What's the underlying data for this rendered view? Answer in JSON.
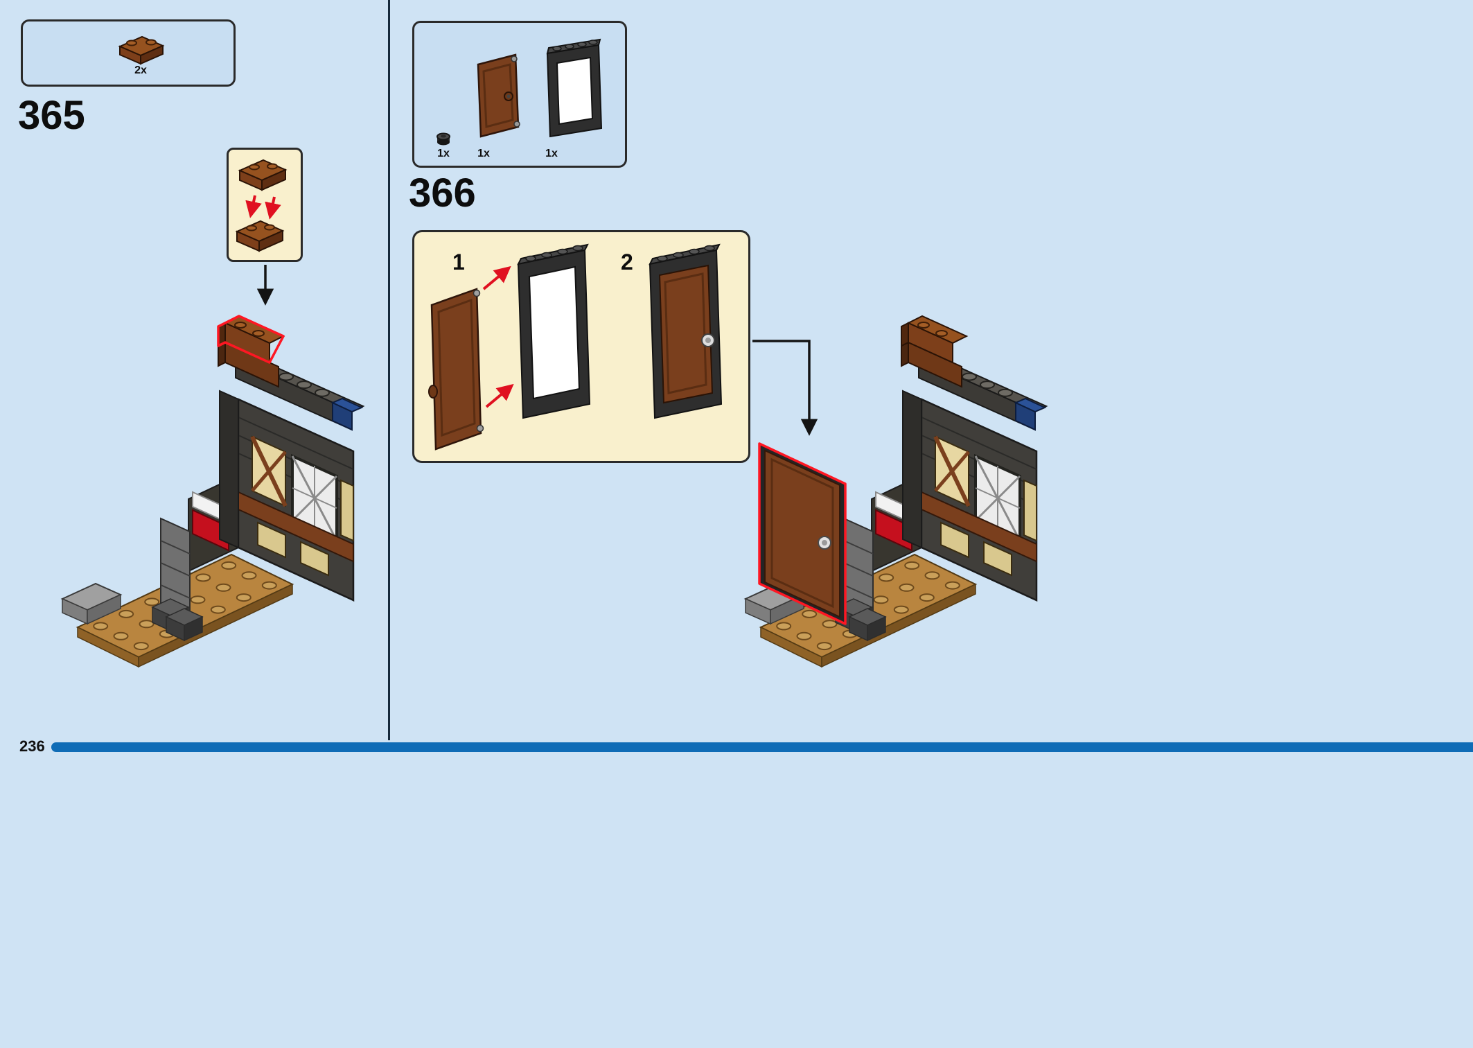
{
  "page": {
    "number": "236"
  },
  "colors": {
    "background": "#cfe3f4",
    "panel_blue": "#c8def2",
    "panel_cream": "#f9f0cd",
    "divider": "#15293b",
    "progress_bar": "#0f6cb6",
    "highlight_red": "#fe1723",
    "brick_brown": "#7a3f1d",
    "blue_piece": "#20407a"
  },
  "step365": {
    "number": "365",
    "parts": [
      {
        "icon": "brown-1x2-plate-icon",
        "count": "2x"
      }
    ]
  },
  "step366": {
    "number": "366",
    "parts": [
      {
        "icon": "black-round-plate-icon",
        "count": "1x"
      },
      {
        "icon": "brown-door-icon",
        "count": "1x"
      },
      {
        "icon": "black-door-frame-icon",
        "count": "1x"
      }
    ],
    "substeps": [
      {
        "label": "1"
      },
      {
        "label": "2"
      }
    ]
  }
}
